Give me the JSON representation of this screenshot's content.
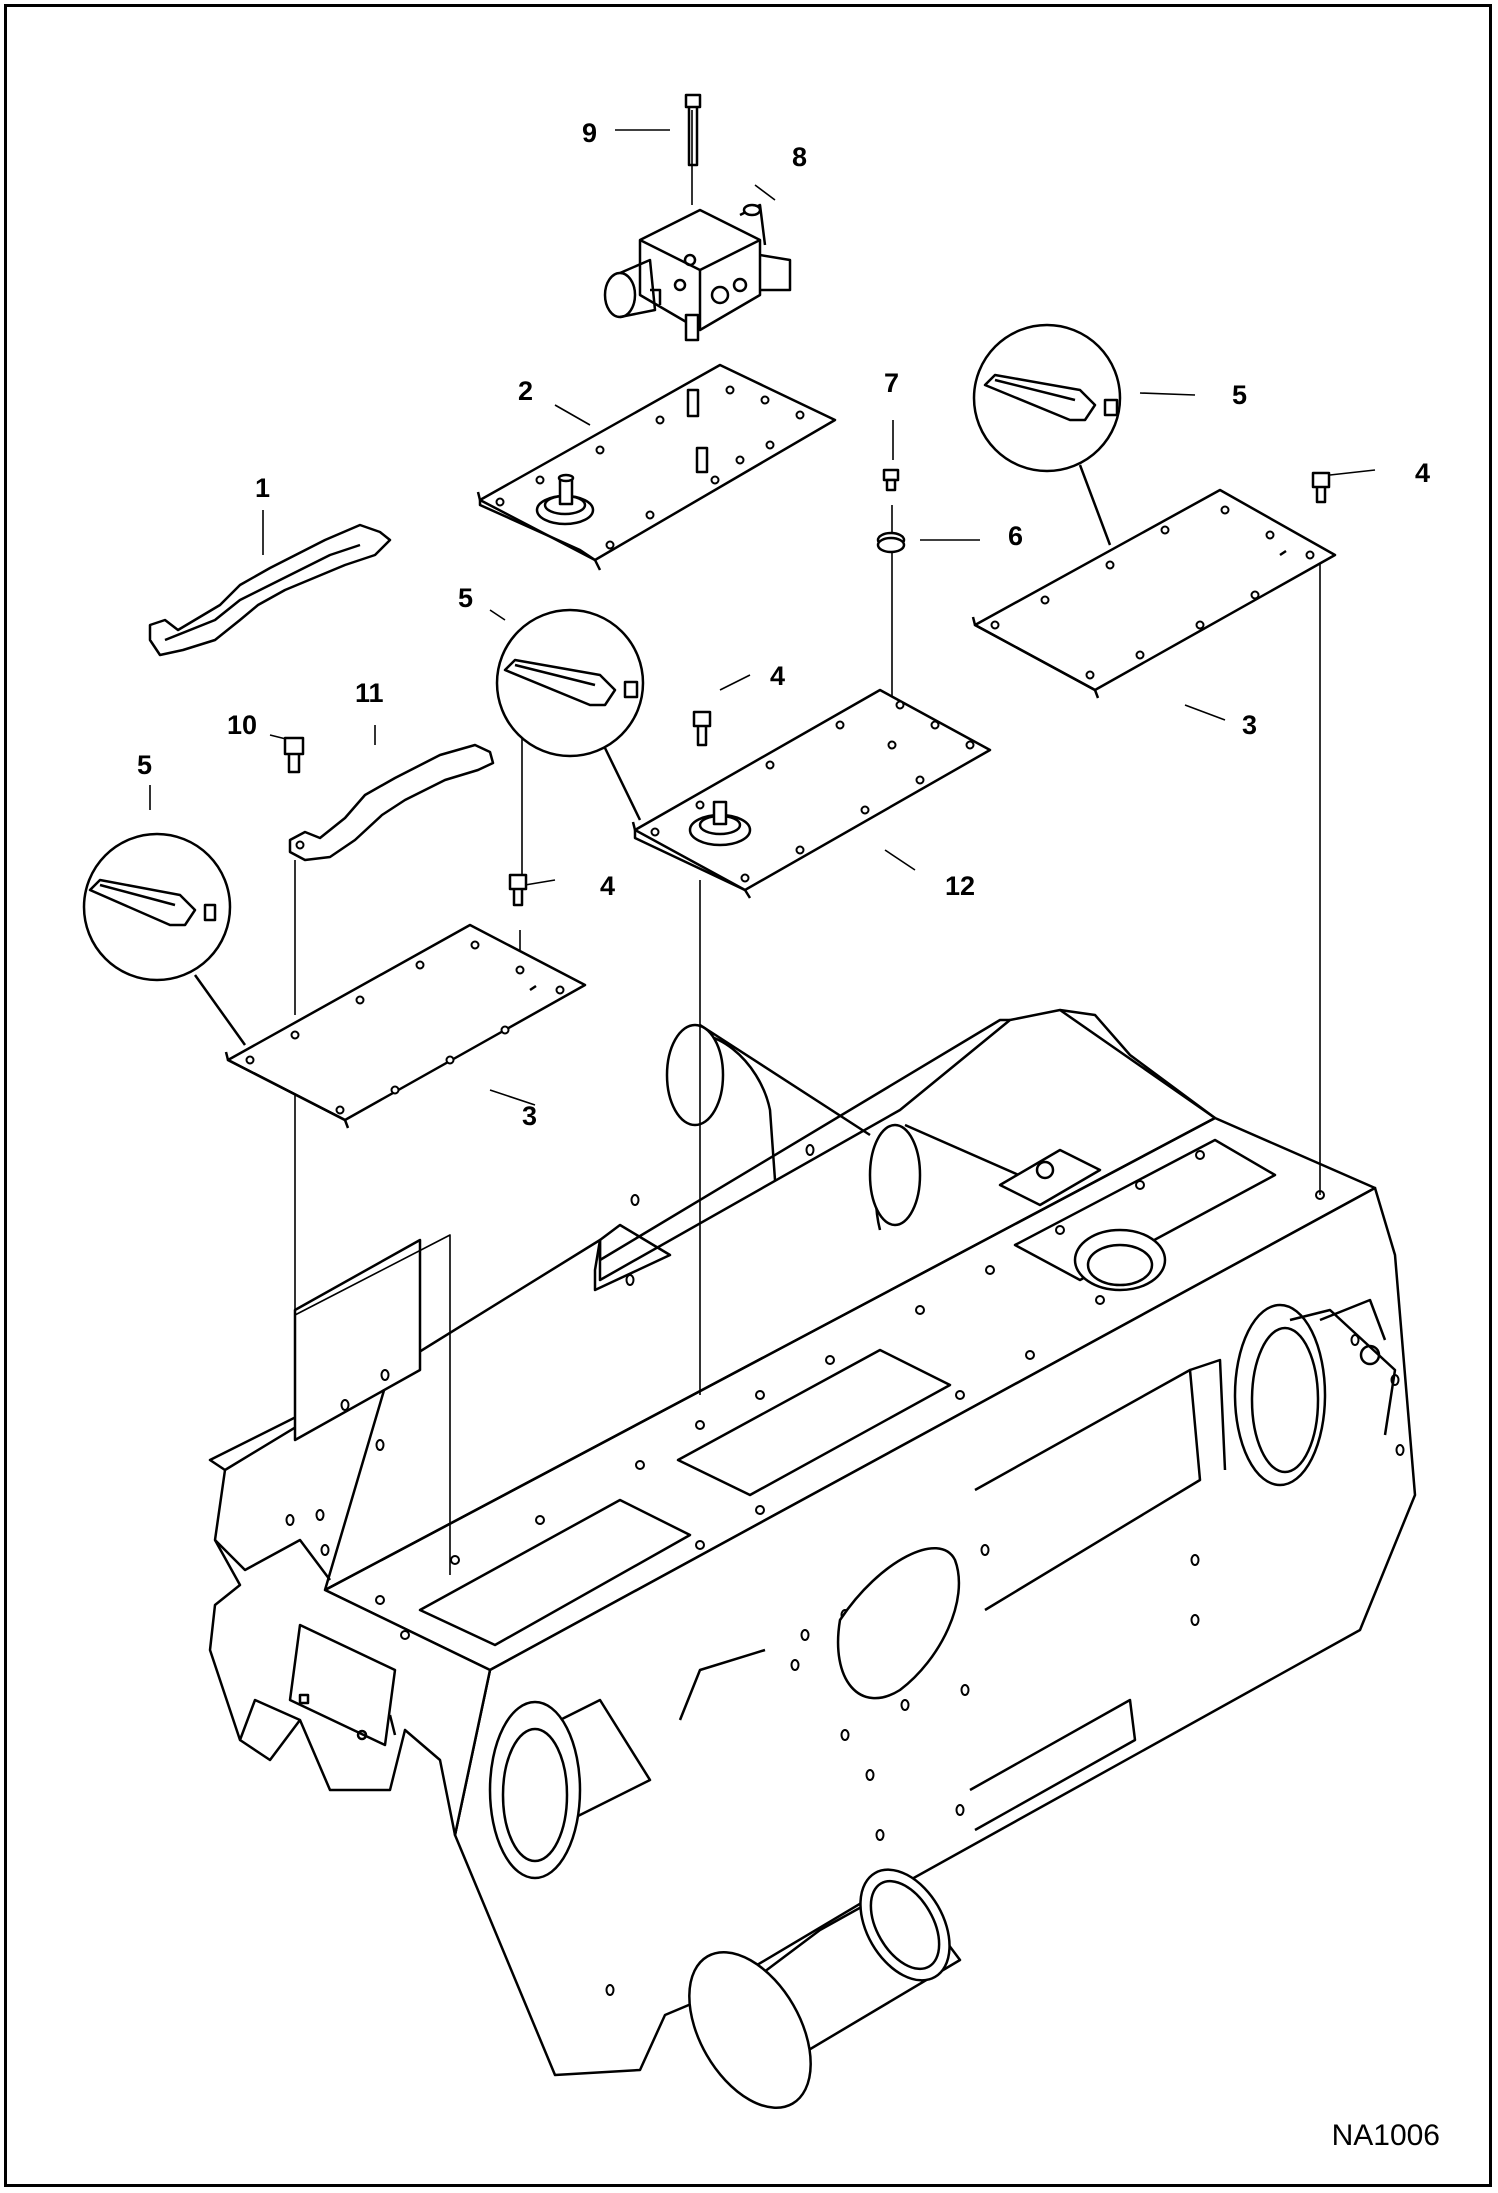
{
  "figure_id": "NA1006",
  "callouts": {
    "c1": "1",
    "c2": "2",
    "c3a": "3",
    "c3b": "3",
    "c4a": "4",
    "c4b": "4",
    "c4c": "4",
    "c5a": "5",
    "c5b": "5",
    "c5c": "5",
    "c6": "6",
    "c7": "7",
    "c8": "8",
    "c9": "9",
    "c10": "10",
    "c11": "11",
    "c12": "12"
  },
  "colors": {
    "line": "#000000",
    "paper": "#ffffff"
  }
}
